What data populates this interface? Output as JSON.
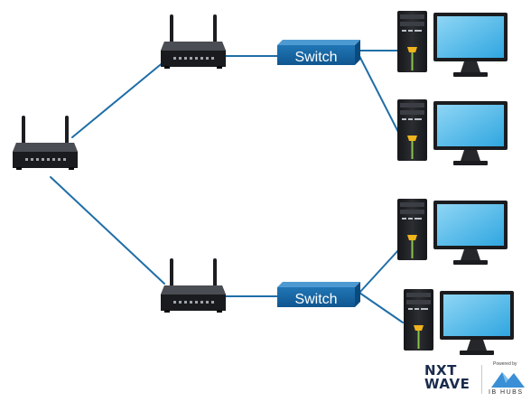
{
  "diagram": {
    "switch_top_label": "Switch",
    "switch_bottom_label": "Switch",
    "link_color": "#1f6ea7",
    "switch_color": "#1a6aa6"
  },
  "branding": {
    "nxt_line1": "NXT",
    "nxt_line2": "WAVE",
    "powered_by": "Powered by",
    "ib_hubs": "IB HUBS",
    "brand_dark": "#1a2b4c",
    "brand_blue": "#3a8fd6"
  }
}
